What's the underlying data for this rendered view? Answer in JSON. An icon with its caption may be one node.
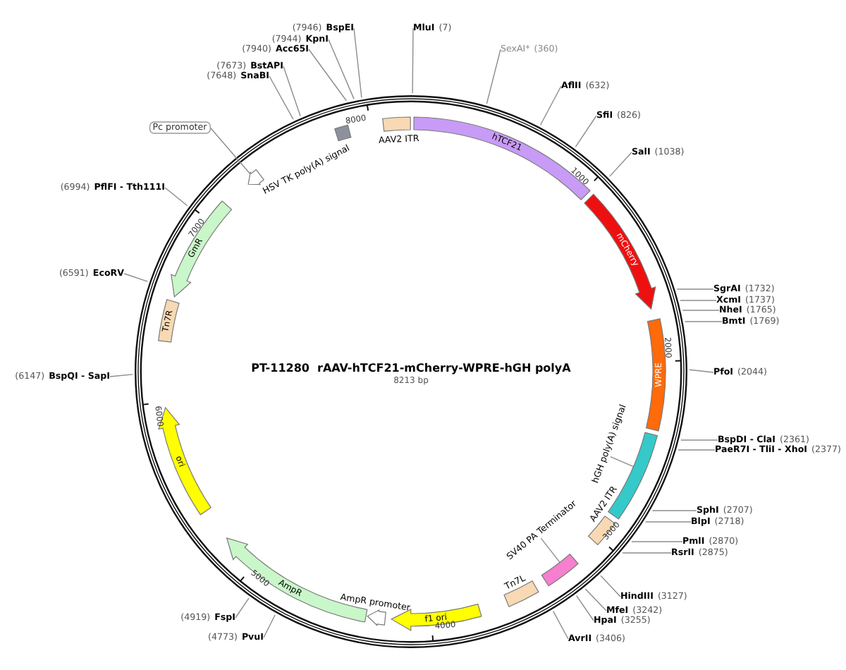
{
  "diagram": {
    "title": "PT-11280  rAAV-hTCF21-mCherry-WPRE-hGH polyA",
    "nodes": [
      {
        "text": [
          "(7946)",
          "BspEI"
        ]
      },
      {
        "text": [
          "MluI",
          "(7)"
        ]
      },
      {
        "text": [
          "(7944)",
          "KpnI"
        ]
      },
      {
        "text": [
          "(7940)",
          "Acc65I"
        ]
      },
      {
        "text": [
          "SexAI*",
          "(360)"
        ]
      },
      {
        "text": [
          "(7673)",
          "BstAPI"
        ]
      },
      {
        "text": [
          "(7648)",
          "SnaBI"
        ]
      },
      {
        "text": [
          "AflII",
          "(632)"
        ]
      },
      {
        "text": [
          "SfiI",
          "(826)"
        ]
      },
      {
        "text": [
          "Pc promoter"
        ]
      },
      {
        "text": [
          "AAV2 ITR"
        ]
      },
      {
        "text": [
          "hTCF21"
        ]
      },
      {
        "text": [
          "SalI",
          "(1038)"
        ]
      },
      {
        "text": [
          "HSV TK poly(A) signal"
        ]
      },
      {
        "text": [],
        "shape": "arrow"
      },
      {
        "text": [
          "mCherry"
        ]
      },
      {
        "text": [
          "(6994)",
          "PflFI - Tth111I"
        ]
      },
      {
        "text": [
          "GmR"
        ]
      },
      {
        "text": [
          "(6591)",
          "EcoRV"
        ]
      },
      {
        "text": [
          "Tn7R"
        ]
      },
      {
        "text": [
          "SgrAI",
          "(1732)"
        ]
      },
      {
        "text": [
          "XcmI",
          "(1737)"
        ]
      },
      {
        "text": [
          "NheI",
          "(1765)"
        ]
      },
      {
        "text": [
          "BmtI",
          "(1769)"
        ]
      },
      {
        "text": [
          "WPRE"
        ]
      },
      {
        "text": [
          "PfoI",
          "(2044)"
        ]
      },
      {
        "text": [
          "(6147)",
          "BspQI - SapI"
        ]
      },
      {
        "text": [
          "ori"
        ]
      },
      {
        "text": [
          "BspDI - ClaI",
          "(2361)"
        ]
      },
      {
        "text": [
          "PaeR7I - TliI - XhoI",
          "(2377)"
        ]
      },
      {
        "text": [
          "hGH poly(A) signal"
        ]
      },
      {
        "text": [],
        "shape": "bar"
      },
      {
        "text": [
          "SphI",
          "(2707)"
        ]
      },
      {
        "text": [
          "BlpI",
          "(2718)"
        ]
      },
      {
        "text": [
          "AAV2 ITR"
        ]
      },
      {
        "text": [
          "PmlI",
          "(2870)"
        ]
      },
      {
        "text": [
          "RsrII",
          "(2875)"
        ]
      },
      {
        "text": [
          "SV40 PA Terminator"
        ]
      },
      {
        "text": [],
        "shape": "bar"
      },
      {
        "text": [
          "AmpR"
        ]
      },
      {
        "text": [
          "Tn7L"
        ]
      },
      {
        "text": [
          "HindIII",
          "(3127)"
        ]
      },
      {
        "text": [
          "AmpR promoter"
        ]
      },
      {
        "text": [
          "f1 ori"
        ]
      },
      {
        "text": [
          "MfeI",
          "(3242)"
        ]
      },
      {
        "text": [
          "HpaI",
          "(3255)"
        ]
      },
      {
        "text": [
          "(4919)",
          "FspI"
        ]
      },
      {
        "text": [
          "(4773)",
          "PvuI"
        ]
      },
      {
        "text": [
          "AvrII",
          "(3406)"
        ]
      }
    ],
    "edges": [
      {
        "from": 0,
        "to": null,
        "arrow": "none"
      },
      {
        "from": 1,
        "to": null,
        "arrow": "none"
      },
      {
        "from": 2,
        "to": null,
        "arrow": "none"
      },
      {
        "from": 3,
        "to": null,
        "arrow": "none"
      },
      {
        "from": 4,
        "to": null,
        "arrow": "none"
      },
      {
        "from": 5,
        "to": null,
        "arrow": "none"
      },
      {
        "from": 6,
        "to": null,
        "arrow": "none"
      },
      {
        "from": 7,
        "to": null,
        "arrow": "none"
      },
      {
        "from": 8,
        "to": null,
        "arrow": "none"
      },
      {
        "from": 9,
        "to": 14,
        "arrow": "none"
      },
      {
        "from": 12,
        "to": null,
        "arrow": "none"
      },
      {
        "from": 16,
        "to": null,
        "arrow": "none"
      },
      {
        "from": 18,
        "to": null,
        "arrow": "none"
      },
      {
        "from": 20,
        "to": null,
        "arrow": "none"
      },
      {
        "from": 21,
        "to": null,
        "arrow": "none"
      },
      {
        "from": 22,
        "to": null,
        "arrow": "none"
      },
      {
        "from": 23,
        "to": null,
        "arrow": "none"
      },
      {
        "from": 25,
        "to": null,
        "arrow": "none"
      },
      {
        "from": 26,
        "to": null,
        "arrow": "none"
      },
      {
        "from": 28,
        "to": null,
        "arrow": "none"
      },
      {
        "from": 29,
        "to": null,
        "arrow": "none"
      },
      {
        "from": 30,
        "to": 31,
        "arrow": "none"
      },
      {
        "from": 32,
        "to": null,
        "arrow": "none"
      },
      {
        "from": 33,
        "to": null,
        "arrow": "none"
      },
      {
        "from": 35,
        "to": null,
        "arrow": "none"
      },
      {
        "from": 36,
        "to": null,
        "arrow": "none"
      },
      {
        "from": 37,
        "to": 38,
        "arrow": "none"
      },
      {
        "from": 41,
        "to": null,
        "arrow": "none"
      },
      {
        "from": 44,
        "to": null,
        "arrow": "none"
      },
      {
        "from": 45,
        "to": null,
        "arrow": "none"
      },
      {
        "from": 46,
        "to": null,
        "arrow": "none"
      },
      {
        "from": 47,
        "to": null,
        "arrow": "none"
      },
      {
        "from": 48,
        "to": null,
        "arrow": "none"
      }
    ],
    "labels": [
      "8000",
      "1000",
      "7000",
      "2000",
      "8213 bp",
      "6000",
      "3000",
      "5000",
      "4000"
    ]
  }
}
